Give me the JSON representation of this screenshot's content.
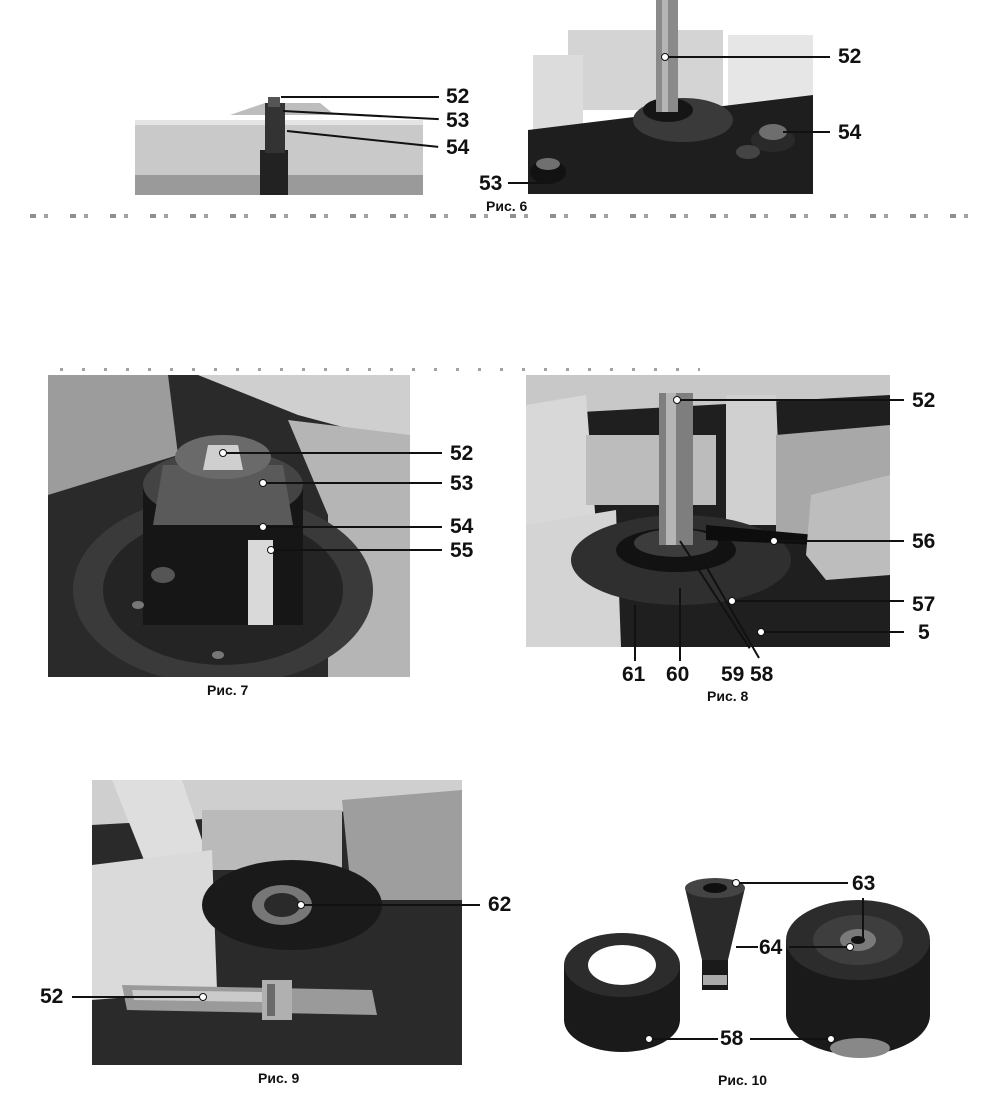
{
  "figures": [
    {
      "caption": "",
      "labels": [
        "52",
        "53",
        "54"
      ]
    },
    {
      "caption": "Рис. 6",
      "labels": [
        "52",
        "54",
        "53"
      ]
    },
    {
      "caption": "Рис. 7",
      "labels": [
        "52",
        "53",
        "54",
        "55"
      ]
    },
    {
      "caption": "Рис. 8",
      "labels": [
        "52",
        "56",
        "57",
        "5",
        "61",
        "60",
        "59",
        "58"
      ]
    },
    {
      "caption": "Рис. 9",
      "labels": [
        "62",
        "52"
      ]
    },
    {
      "caption": "Рис. 10",
      "labels": [
        "63",
        "64",
        "58"
      ]
    }
  ],
  "colors": {
    "ink": "#111111",
    "paper": "#ffffff",
    "photo_dark": "#1e1e1e",
    "photo_light": "#d8d8d8"
  }
}
